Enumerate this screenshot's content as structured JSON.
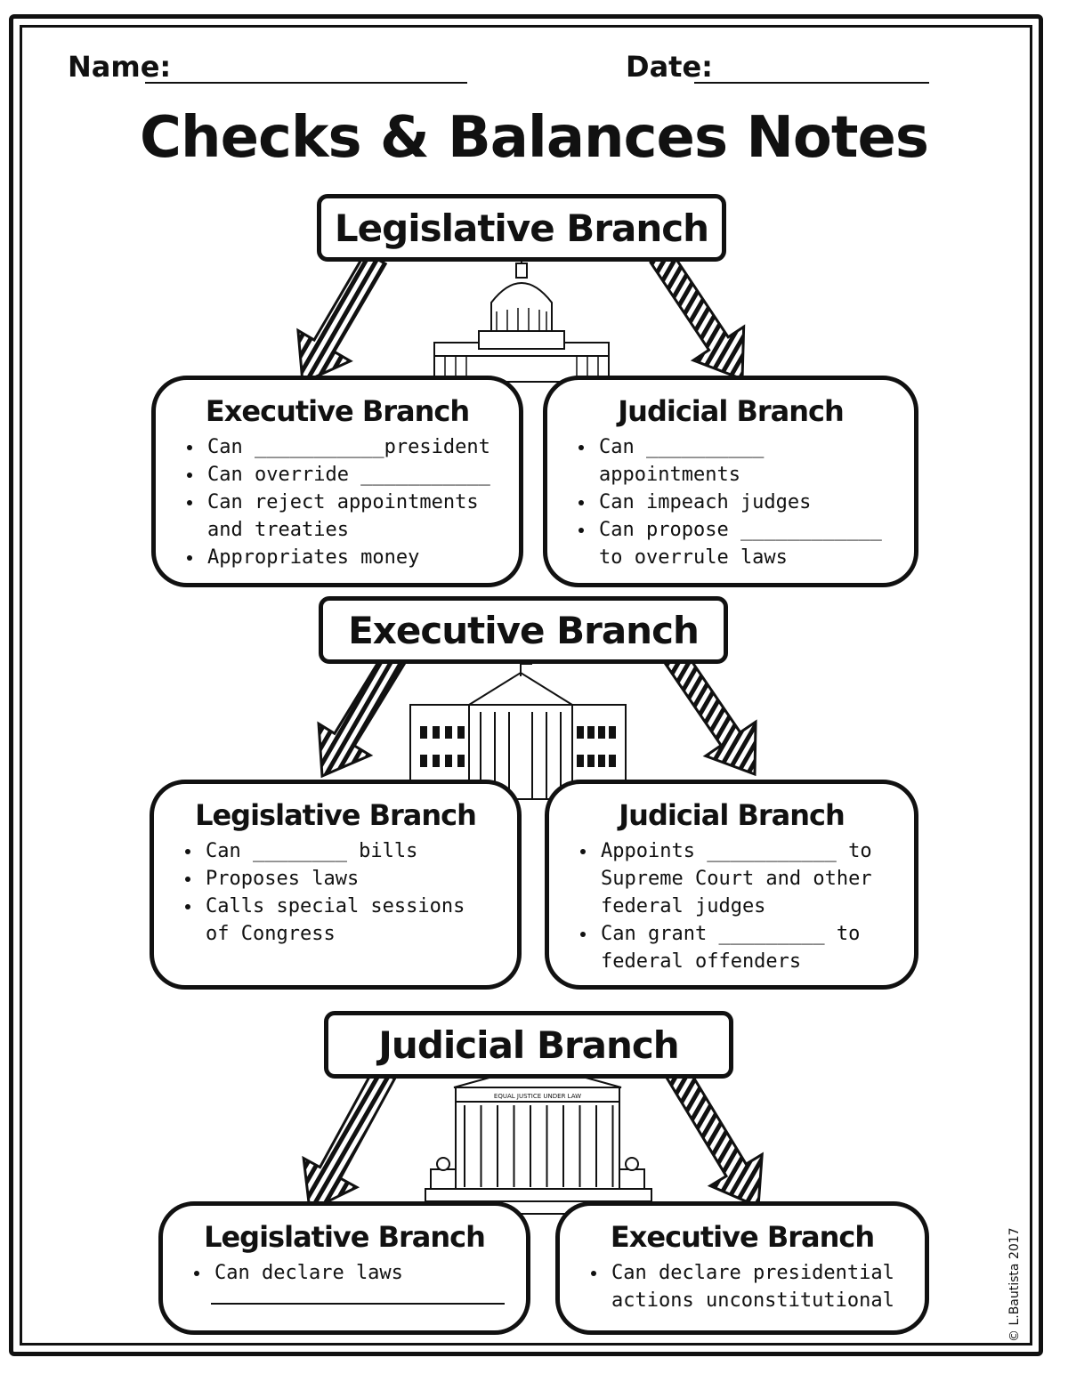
{
  "header": {
    "name_label": "Name:",
    "date_label": "Date:"
  },
  "title": "Checks & Balances Notes",
  "sections": [
    {
      "branch": "Legislative Branch",
      "icon": "capitol-building-icon",
      "cards": [
        {
          "title": "Executive Branch",
          "items": [
            "Can ___________president",
            "Can override ___________",
            "Can reject appointments and treaties",
            "Appropriates money"
          ]
        },
        {
          "title": "Judicial Branch",
          "items": [
            "Can __________ appointments",
            "Can impeach judges",
            "Can propose ____________ to overrule laws"
          ]
        }
      ]
    },
    {
      "branch": "Executive Branch",
      "icon": "white-house-icon",
      "cards": [
        {
          "title": "Legislative Branch",
          "items": [
            "Can ________ bills",
            "Proposes laws",
            "Calls special sessions of Congress"
          ]
        },
        {
          "title": "Judicial Branch",
          "items": [
            "Appoints ___________ to Supreme Court and other federal judges",
            "Can grant _________ to federal offenders"
          ]
        }
      ]
    },
    {
      "branch": "Judicial  Branch",
      "icon": "supreme-court-icon",
      "cards": [
        {
          "title": "Legislative Branch",
          "items": [
            "Can declare laws"
          ]
        },
        {
          "title": "Executive Branch",
          "items": [
            "Can declare presidential actions unconstitutional"
          ]
        }
      ]
    }
  ],
  "supreme_court_inscription": "EQUAL JUSTICE UNDER LAW",
  "copyright": "© L.Bautista 2017"
}
